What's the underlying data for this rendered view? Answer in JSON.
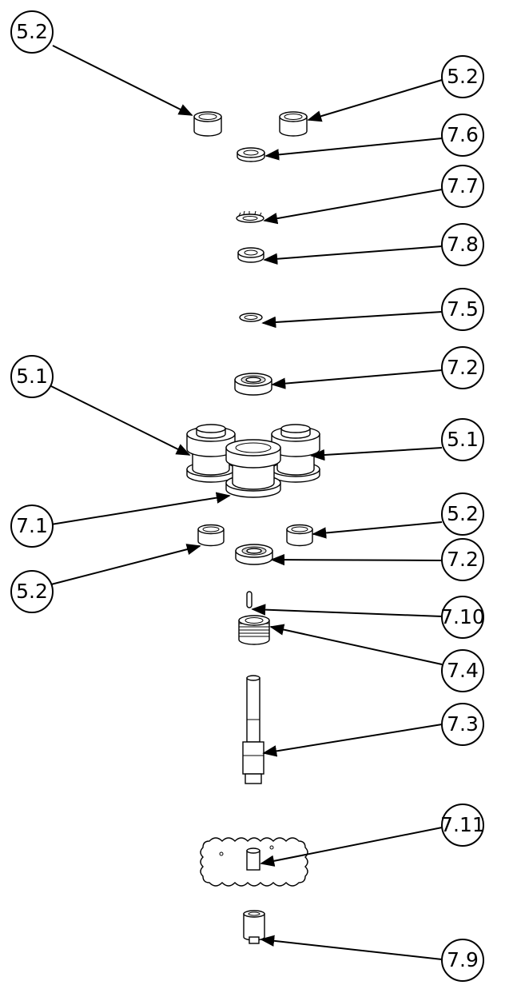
{
  "diagram": {
    "type": "exploded-assembly",
    "colors": {
      "line": "#000000",
      "background": "#ffffff"
    },
    "callouts": [
      {
        "id": "c1",
        "label": "5.2"
      },
      {
        "id": "c2",
        "label": "5.2"
      },
      {
        "id": "c3",
        "label": "7.6"
      },
      {
        "id": "c4",
        "label": "7.7"
      },
      {
        "id": "c5",
        "label": "7.8"
      },
      {
        "id": "c6",
        "label": "7.5"
      },
      {
        "id": "c7",
        "label": "5.1"
      },
      {
        "id": "c8",
        "label": "7.2"
      },
      {
        "id": "c9",
        "label": "5.1"
      },
      {
        "id": "c10",
        "label": "7.1"
      },
      {
        "id": "c11",
        "label": "5.2"
      },
      {
        "id": "c12",
        "label": "7.2"
      },
      {
        "id": "c13",
        "label": "5.2"
      },
      {
        "id": "c14",
        "label": "7.10"
      },
      {
        "id": "c15",
        "label": "7.4"
      },
      {
        "id": "c16",
        "label": "7.3"
      },
      {
        "id": "c17",
        "label": "7.11"
      },
      {
        "id": "c18",
        "label": "7.9"
      }
    ]
  }
}
